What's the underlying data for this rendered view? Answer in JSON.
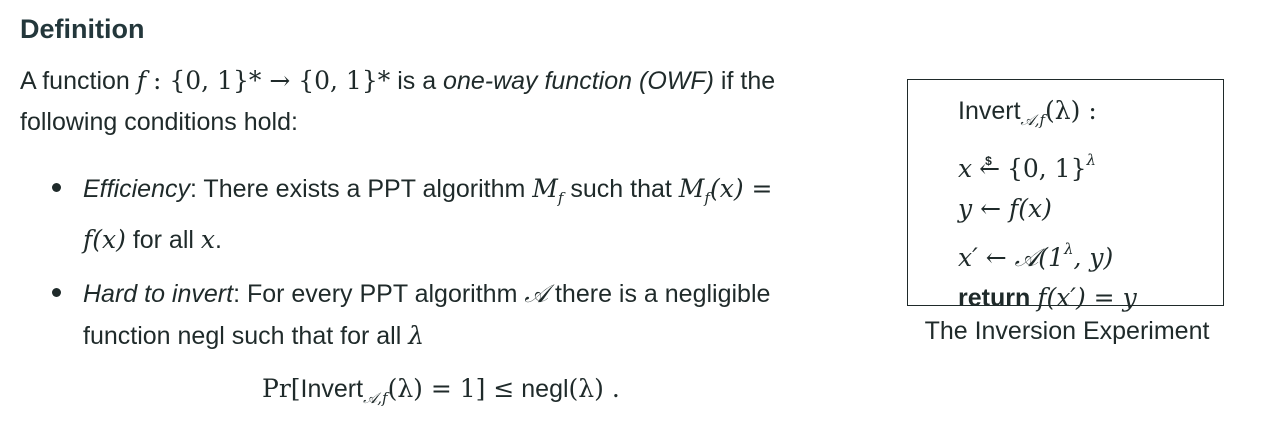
{
  "heading": "Definition",
  "intro": {
    "prefix": "A function",
    "f": "f",
    "signature": ": {0, 1}* → {0, 1}*",
    "is_a": "is a",
    "term": "one-way function (OWF)",
    "suffix": "if the following conditions hold:"
  },
  "bullets": [
    {
      "title": "Efficiency",
      "text_a": ": There exists a PPT algorithm",
      "algo": "M",
      "algo_sub": "f",
      "text_b": "such that",
      "formula": "M_f(x) = f(x)",
      "text_c": "for all",
      "var": "x",
      "end": "."
    },
    {
      "title": "Hard to invert",
      "text_a": ": For every PPT algorithm",
      "adversary": "𝒜",
      "text_b": "there is a negligible function",
      "negl": "negl",
      "text_c": "such that for all",
      "lambda": "λ"
    }
  ],
  "equation": {
    "pr": "Pr[",
    "invert": "Invert",
    "sub": "𝒜,f",
    "arg": "(λ) = 1] ≤",
    "negl": "negl",
    "tail": "(λ) ."
  },
  "experiment": {
    "lines": [
      {
        "id": "header",
        "name": "Invert",
        "sub": "𝒜,f",
        "rest": "(λ) :"
      },
      {
        "id": "sample",
        "lhs": "x",
        "arrow": "←",
        "dollar": "$",
        "rhs": "{0, 1}",
        "sup": "λ"
      },
      {
        "id": "eval",
        "text": "y ← f(x)"
      },
      {
        "id": "adv",
        "text": "x′ ← 𝒜(1",
        "sup": "λ",
        "tail": ", y)"
      },
      {
        "id": "ret",
        "keyword": "return",
        "text": "f(x′) = y"
      }
    ],
    "caption": "The Inversion Experiment"
  }
}
